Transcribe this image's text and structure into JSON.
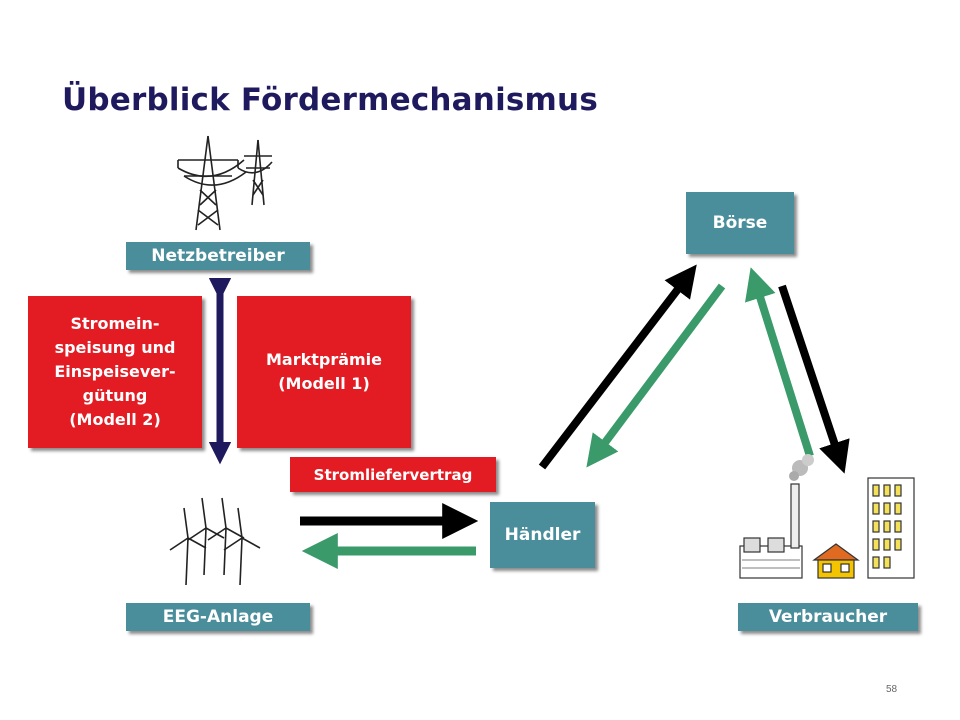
{
  "title": "Überblick Fördermechanismus",
  "nodes": {
    "netzbetreiber": "Netzbetreiber",
    "eeg_anlage": "EEG-Anlage",
    "haendler": "Händler",
    "boerse": "Börse",
    "verbraucher": "Verbraucher"
  },
  "boxes": {
    "einspeisung": "Stromein-\nspeisung und\nEinspeisever-\ngütung\n(Modell 2)",
    "marktpraemie": "Marktprämie\n(Modell 1)",
    "stromliefervertrag": "Stromliefervertrag"
  },
  "icons": [
    "power-pylon-icon",
    "wind-turbine-icon",
    "factory-icon",
    "house-icon",
    "office-building-icon"
  ],
  "colors": {
    "title": "#1f1a5e",
    "node_box": "#4a8e9c",
    "red_box": "#e31b23",
    "arrow_black": "#000000",
    "arrow_green": "#3a9a6a",
    "arrow_navy": "#1f1a5e"
  },
  "page_number": "58"
}
